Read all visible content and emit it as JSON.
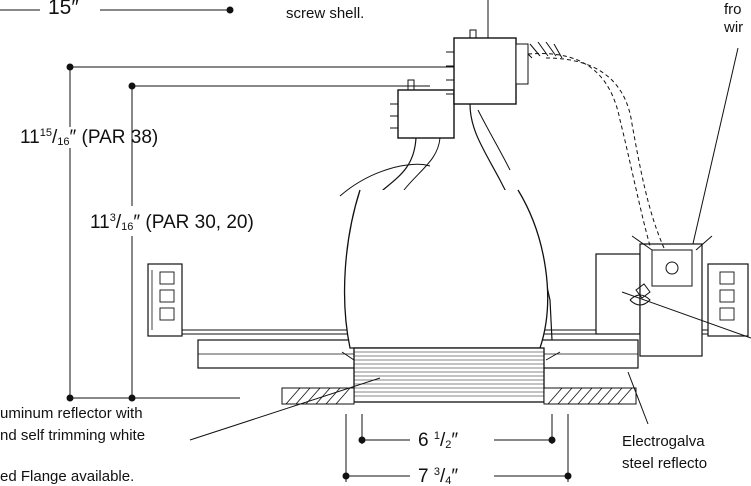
{
  "dims": {
    "top_width": {
      "text": "15",
      "mark": "″"
    },
    "height_par38": {
      "whole": "11",
      "num": "15",
      "den": "16",
      "mark": "″",
      "suffix": "(PAR 38)"
    },
    "height_par30": {
      "whole": "11",
      "num": "3",
      "den": "16",
      "mark": "″",
      "suffix": "(PAR 30, 20)"
    },
    "width_inner": {
      "whole": "6",
      "num": "1",
      "den": "2",
      "mark": "″"
    },
    "width_outer": {
      "whole": "7",
      "num": "3",
      "den": "4",
      "mark": "″"
    }
  },
  "callouts": {
    "screw_shell": "screw shell.",
    "wire_top": "fro",
    "wire_bottom": "wir",
    "reflector_line1": "uminum reflector with",
    "reflector_line2": "nd self trimming white",
    "reflector_line3": "ed Flange available.",
    "electro_line1": "Electrogalva",
    "electro_line2": "steel reflecto"
  }
}
